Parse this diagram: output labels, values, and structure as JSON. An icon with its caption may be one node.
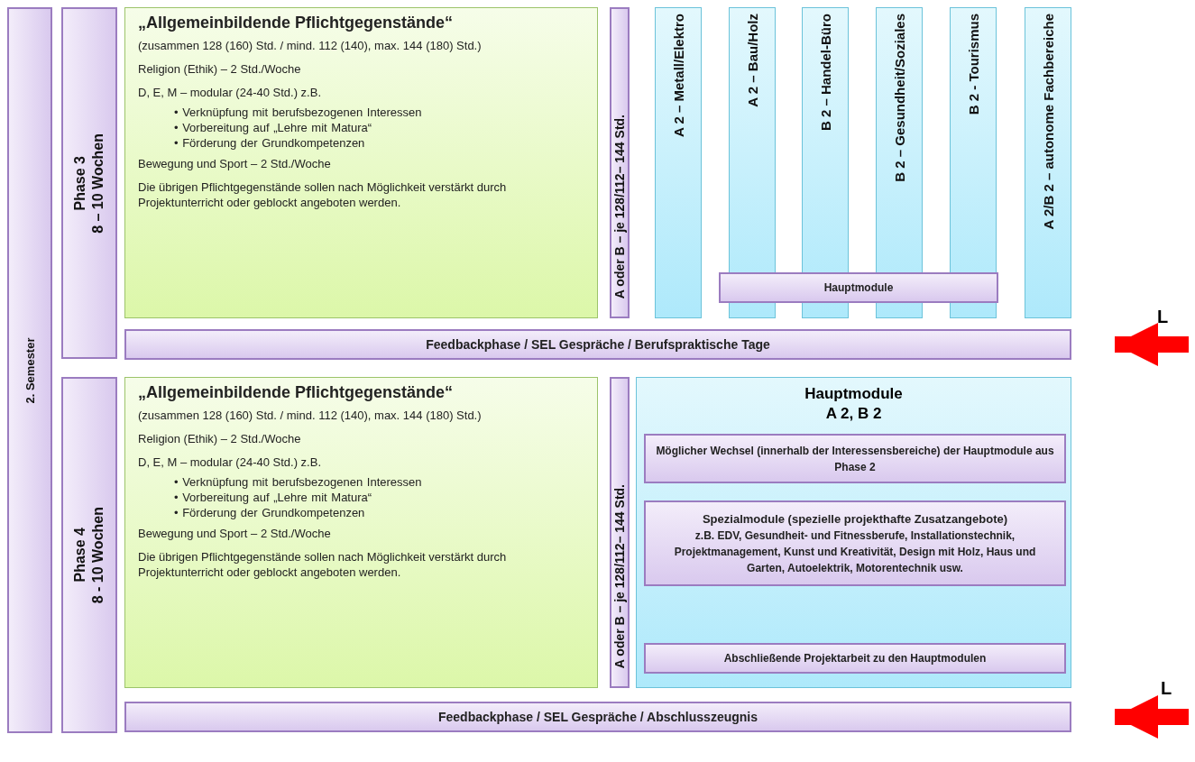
{
  "diagram": {
    "nodes": [
      {
        "text": [
          "2. Semester"
        ]
      },
      {
        "text": [
          "Phase 3",
          "8 – 10 Wochen"
        ]
      },
      {
        "text": [
          "„Allgemeinbildende Pflichtgegenstände“",
          "(zusammen 128 (160) Std. / mind. 112 (140), max. 144 (180) Std.)",
          "Religion (Ethik) – 2 Std./Woche",
          "D, E, M – modular (24-40 Std.) z.B.",
          "• Verknüpfung mit berufsbezogenen Interessen",
          "• Vorbereitung auf „Lehre mit Matura“",
          "• Förderung der Grundkompetenzen",
          "Bewegung und Sport – 2 Std./Woche",
          "Die übrigen Pflichtgegenstände sollen nach Möglichkeit verstärkt durch Projektunterricht oder geblockt angeboten werden."
        ]
      },
      {
        "text": [
          "A oder B – je 128/112– 144 Std."
        ]
      },
      {
        "text": [
          "A 2 – Metall/Elektro"
        ]
      },
      {
        "text": [
          "A 2 – Bau/Holz"
        ]
      },
      {
        "text": [
          "B 2 – Handel-Büro"
        ]
      },
      {
        "text": [
          "B 2 – Gesundheit/Soziales"
        ]
      },
      {
        "text": [
          "B 2 - Tourismus"
        ]
      },
      {
        "text": [
          "A 2/B 2 – autonome Fachbereiche"
        ]
      },
      {
        "text": [
          "Hauptmodule"
        ]
      },
      {
        "text": [
          "Feedbackphase / SEL Gespräche / Berufspraktische Tage"
        ]
      },
      {
        "text": [
          "Phase 4",
          "8 - 10 Wochen"
        ]
      },
      {
        "text": [
          "„Allgemeinbildende Pflichtgegenstände“",
          "(zusammen 128 (160) Std. / mind. 112 (140), max. 144 (180) Std.)",
          "Religion (Ethik) – 2 Std./Woche",
          "D, E, M – modular (24-40 Std.) z.B.",
          "• Verknüpfung mit berufsbezogenen Interessen",
          "• Vorbereitung auf „Lehre mit Matura“",
          "• Förderung der Grundkompetenzen",
          "Bewegung und Sport – 2 Std./Woche",
          "Die übrigen Pflichtgegenstände sollen nach Möglichkeit verstärkt durch Projektunterricht oder geblockt angeboten werden."
        ]
      },
      {
        "text": [
          "A oder B – je 128/112– 144 Std."
        ]
      },
      {
        "text": [
          "Hauptmodule",
          "A 2, B 2"
        ]
      },
      {
        "text": [
          "Möglicher Wechsel (innerhalb der Interessensbereiche) der Hauptmodule aus Phase 2"
        ],
        "in": 15
      },
      {
        "text": [
          "Spezialmodule (spezielle projekthafte Zusatzangebote)",
          "z.B. EDV, Gesundheit- und Fitnessberufe, Installationstechnik, Projektmanagement, Kunst und Kreativität, Design mit Holz, Haus und Garten, Autoelektrik, Motorentechnik usw."
        ],
        "in": 15
      },
      {
        "text": [
          "Abschließende Projektarbeit zu den Hauptmodulen"
        ],
        "in": 15
      },
      {
        "text": [
          "Feedbackphase / SEL Gespräche / Abschlusszeugnis"
        ]
      }
    ],
    "edges": [
      {
        "from": null,
        "to": 11,
        "arrow": "to",
        "color": "#ff0000"
      },
      {
        "from": null,
        "to": 19,
        "arrow": "to",
        "color": "#ff0000"
      }
    ],
    "labels": [
      "L",
      "L"
    ]
  }
}
